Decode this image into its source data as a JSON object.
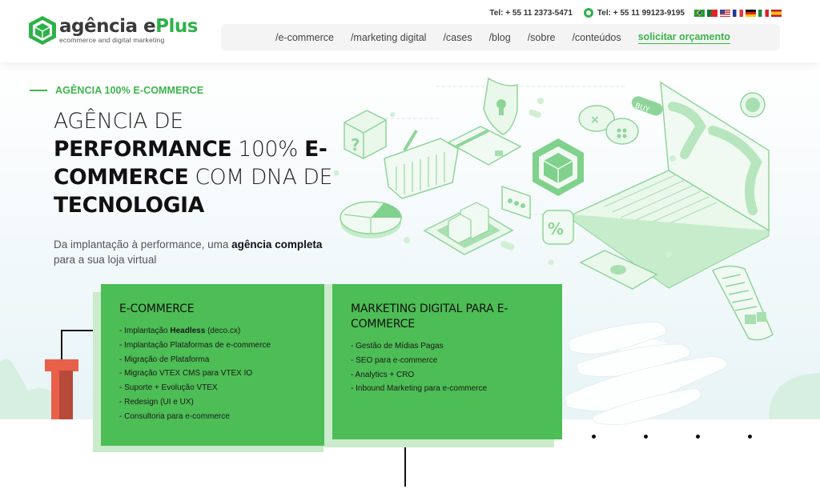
{
  "brand": {
    "name_main": "agência",
    "name_e": "e",
    "name_plus": "Plus",
    "tagline": "ecommerce and digital marketing",
    "accent_color": "#3bb54a",
    "card_color": "#4dbd55",
    "card_shadow_color": "#cbebcc"
  },
  "topbar": {
    "phone": "Tel: + 55 11 2373-5471",
    "whatsapp": "Tel: + 55 11 99123-9195",
    "languages": [
      {
        "code": "pt-BR",
        "label": "Brasil"
      },
      {
        "code": "pt-PT",
        "label": "Portugal"
      },
      {
        "code": "en-US",
        "label": "United States"
      },
      {
        "code": "fr",
        "label": "France"
      },
      {
        "code": "de",
        "label": "Germany"
      },
      {
        "code": "it",
        "label": "Italy"
      },
      {
        "code": "es",
        "label": "Spain"
      }
    ]
  },
  "nav": {
    "items": [
      {
        "label": "/e-commerce"
      },
      {
        "label": "/marketing digital"
      },
      {
        "label": "/cases"
      },
      {
        "label": "/blog"
      },
      {
        "label": "/sobre"
      },
      {
        "label": "/conteúdos"
      }
    ],
    "cta": "solicitar orçamento"
  },
  "hero": {
    "eyebrow": "AGÊNCIA 100% E-COMMERCE",
    "headline": {
      "l1": "AGÊNCIA DE",
      "b1": "PERFORMANCE",
      "t1": " 100% ",
      "b2": "E-COMMERCE",
      "t2": " COM DNA DE",
      "b3": "TECNOLOGIA"
    },
    "sub": {
      "t1": "Da implantação à performance, uma ",
      "b1": "agência completa",
      "t2": " para a sua loja virtual"
    }
  },
  "cards": [
    {
      "title": "E-COMMERCE",
      "items": [
        {
          "pre": "- Implantação ",
          "bold": "Headless",
          "post": " (deco.cx)"
        },
        {
          "pre": "- Implantação Plataformas de e-commerce"
        },
        {
          "pre": "- Migração de Plataforma"
        },
        {
          "pre": "- Migração VTEX CMS para VTEX IO"
        },
        {
          "pre": "- Suporte + Evolução VTEX"
        },
        {
          "pre": "- Redesign (UI e UX)"
        },
        {
          "pre": "- Consultoria para e-commerce"
        }
      ]
    },
    {
      "title": "MARKETING DIGITAL PARA E-COMMERCE",
      "items": [
        {
          "pre": "- Gestão de Mídias Pagas"
        },
        {
          "pre": "- SEO para e-commerce"
        },
        {
          "pre": "- Analytics + CRO"
        },
        {
          "pre": "- Inbound Marketing para e-commerce"
        }
      ]
    }
  ],
  "carousel": {
    "dots": 4
  },
  "illustration": {
    "icons": [
      "mystery-box",
      "shopping-basket",
      "credit-card",
      "security-shield",
      "hex-cube-logo",
      "game-controller",
      "buy-tag",
      "laptop-world-map",
      "pie-chart",
      "phone-boxes",
      "chat-bubble",
      "percent-badge",
      "money-bill",
      "receipt",
      "coin"
    ],
    "buy_label": "BUY"
  }
}
